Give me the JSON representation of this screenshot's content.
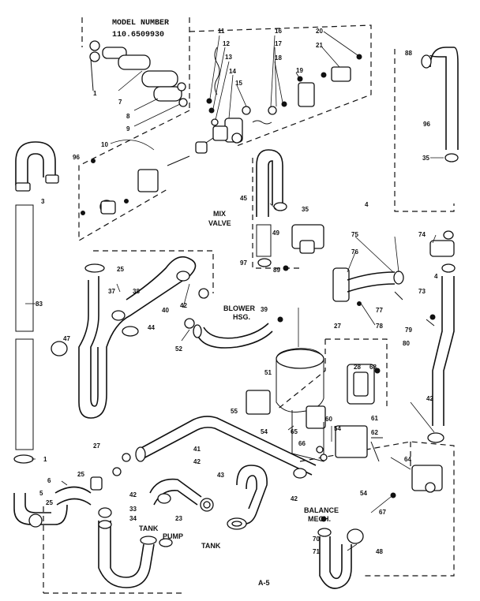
{
  "header": {
    "title": "MODEL NUMBER",
    "model": "110.6509930"
  },
  "footer": {
    "page_code": "A-5"
  },
  "labels": {
    "mix_valve_1": "MIX",
    "mix_valve_2": "VALVE",
    "blower_1": "BLOWER",
    "blower_2": "HSG.",
    "balance_1": "BALANCE",
    "balance_2": "MECH.",
    "tank_pump_1": "TANK",
    "tank_pump_2": "PUMP",
    "tank": "TANK"
  },
  "callouts": [
    {
      "id": "c7",
      "text": "7"
    },
    {
      "id": "c1",
      "text": "1"
    },
    {
      "id": "c8",
      "text": "8"
    },
    {
      "id": "c9",
      "text": "9"
    },
    {
      "id": "c10",
      "text": "10"
    },
    {
      "id": "c11",
      "text": "11"
    },
    {
      "id": "c12",
      "text": "12"
    },
    {
      "id": "c13",
      "text": "13"
    },
    {
      "id": "c14",
      "text": "14"
    },
    {
      "id": "c15",
      "text": "15"
    },
    {
      "id": "c16",
      "text": "16"
    },
    {
      "id": "c17",
      "text": "17"
    },
    {
      "id": "c18",
      "text": "18"
    },
    {
      "id": "c19",
      "text": "19"
    },
    {
      "id": "c20",
      "text": "20"
    },
    {
      "id": "c21",
      "text": "21"
    },
    {
      "id": "c88a",
      "text": "88"
    },
    {
      "id": "c96a",
      "text": "96"
    },
    {
      "id": "c35a",
      "text": "35"
    },
    {
      "id": "c96b",
      "text": "96"
    },
    {
      "id": "c3",
      "text": "3"
    },
    {
      "id": "c45",
      "text": "45"
    },
    {
      "id": "c35b",
      "text": "35"
    },
    {
      "id": "c49",
      "text": "49"
    },
    {
      "id": "c97",
      "text": "97"
    },
    {
      "id": "c89",
      "text": "89"
    },
    {
      "id": "c4a",
      "text": "4"
    },
    {
      "id": "c75",
      "text": "75"
    },
    {
      "id": "c76",
      "text": "76"
    },
    {
      "id": "c74",
      "text": "74"
    },
    {
      "id": "c4b",
      "text": "4"
    },
    {
      "id": "c73",
      "text": "73"
    },
    {
      "id": "c77",
      "text": "77"
    },
    {
      "id": "c78",
      "text": "78"
    },
    {
      "id": "c79",
      "text": "79"
    },
    {
      "id": "c80",
      "text": "80"
    },
    {
      "id": "c25a",
      "text": "25"
    },
    {
      "id": "c37",
      "text": "37"
    },
    {
      "id": "c38",
      "text": "38"
    },
    {
      "id": "c40",
      "text": "40"
    },
    {
      "id": "c42a",
      "text": "42"
    },
    {
      "id": "c39",
      "text": "39"
    },
    {
      "id": "c83",
      "text": "83"
    },
    {
      "id": "c44",
      "text": "44"
    },
    {
      "id": "c47",
      "text": "47"
    },
    {
      "id": "c52",
      "text": "52"
    },
    {
      "id": "c27a",
      "text": "27"
    },
    {
      "id": "c51",
      "text": "51"
    },
    {
      "id": "c28",
      "text": "28"
    },
    {
      "id": "c68",
      "text": "68"
    },
    {
      "id": "c55",
      "text": "55"
    },
    {
      "id": "c54a",
      "text": "54"
    },
    {
      "id": "c60",
      "text": "60"
    },
    {
      "id": "c65",
      "text": "65"
    },
    {
      "id": "c54b",
      "text": "54"
    },
    {
      "id": "c61",
      "text": "61"
    },
    {
      "id": "c62",
      "text": "62"
    },
    {
      "id": "c66",
      "text": "66"
    },
    {
      "id": "c42b",
      "text": "42"
    },
    {
      "id": "c1b",
      "text": "1"
    },
    {
      "id": "c27b",
      "text": "27"
    },
    {
      "id": "c41",
      "text": "41"
    },
    {
      "id": "c42c",
      "text": "42"
    },
    {
      "id": "c6",
      "text": "6"
    },
    {
      "id": "c25b",
      "text": "25"
    },
    {
      "id": "c5",
      "text": "5"
    },
    {
      "id": "c25c",
      "text": "25"
    },
    {
      "id": "c42d",
      "text": "42"
    },
    {
      "id": "c33",
      "text": "33"
    },
    {
      "id": "c34",
      "text": "34"
    },
    {
      "id": "c23",
      "text": "23"
    },
    {
      "id": "c43",
      "text": "43"
    },
    {
      "id": "c42e",
      "text": "42"
    },
    {
      "id": "c54c",
      "text": "54"
    },
    {
      "id": "c64",
      "text": "64"
    },
    {
      "id": "c67",
      "text": "67"
    },
    {
      "id": "c70",
      "text": "70"
    },
    {
      "id": "c71",
      "text": "71"
    },
    {
      "id": "c48",
      "text": "48"
    }
  ]
}
